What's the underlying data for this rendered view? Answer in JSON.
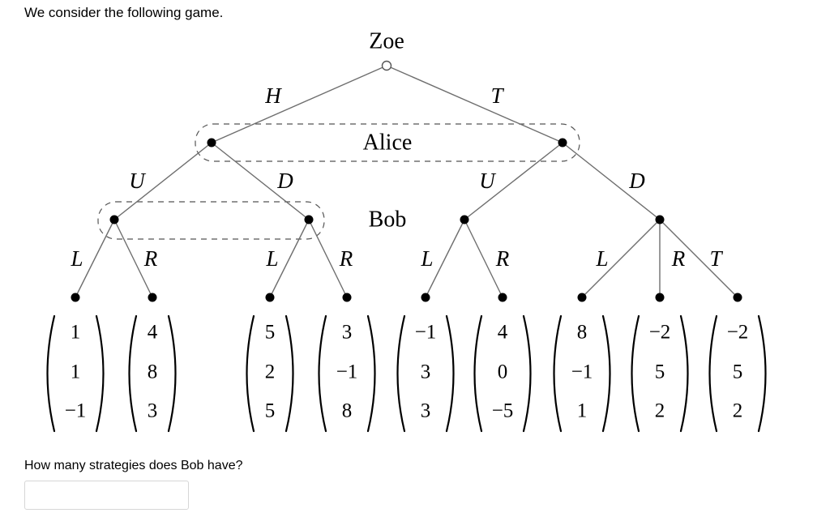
{
  "intro_text": "We consider the following game.",
  "players": {
    "zoe": "Zoe",
    "alice": "Alice",
    "bob": "Bob"
  },
  "actions": {
    "zoe_left": "H",
    "zoe_right": "T",
    "alice_left_down_left": "U",
    "alice_left_down_right": "D",
    "alice_right_down_left": "U",
    "alice_right_down_right": "D",
    "bob1_left": "L",
    "bob1_right": "R",
    "bob2_left": "L",
    "bob2_right": "R",
    "bob3_left": "L",
    "bob3_right": "R",
    "bob4_left": "L",
    "bob4_middle": "R",
    "bob4_right": "T"
  },
  "payoffs": [
    [
      "1",
      "1",
      "−1"
    ],
    [
      "4",
      "8",
      "3"
    ],
    [
      "5",
      "2",
      "5"
    ],
    [
      "3",
      "−1",
      "8"
    ],
    [
      "−1",
      "3",
      "3"
    ],
    [
      "4",
      "0",
      "−5"
    ],
    [
      "8",
      "−1",
      "1"
    ],
    [
      "−2",
      "5",
      "2"
    ],
    [
      "−2",
      "5",
      "2"
    ]
  ],
  "question": "How many strategies does Bob have?",
  "answer": {
    "value": "",
    "placeholder": ""
  }
}
